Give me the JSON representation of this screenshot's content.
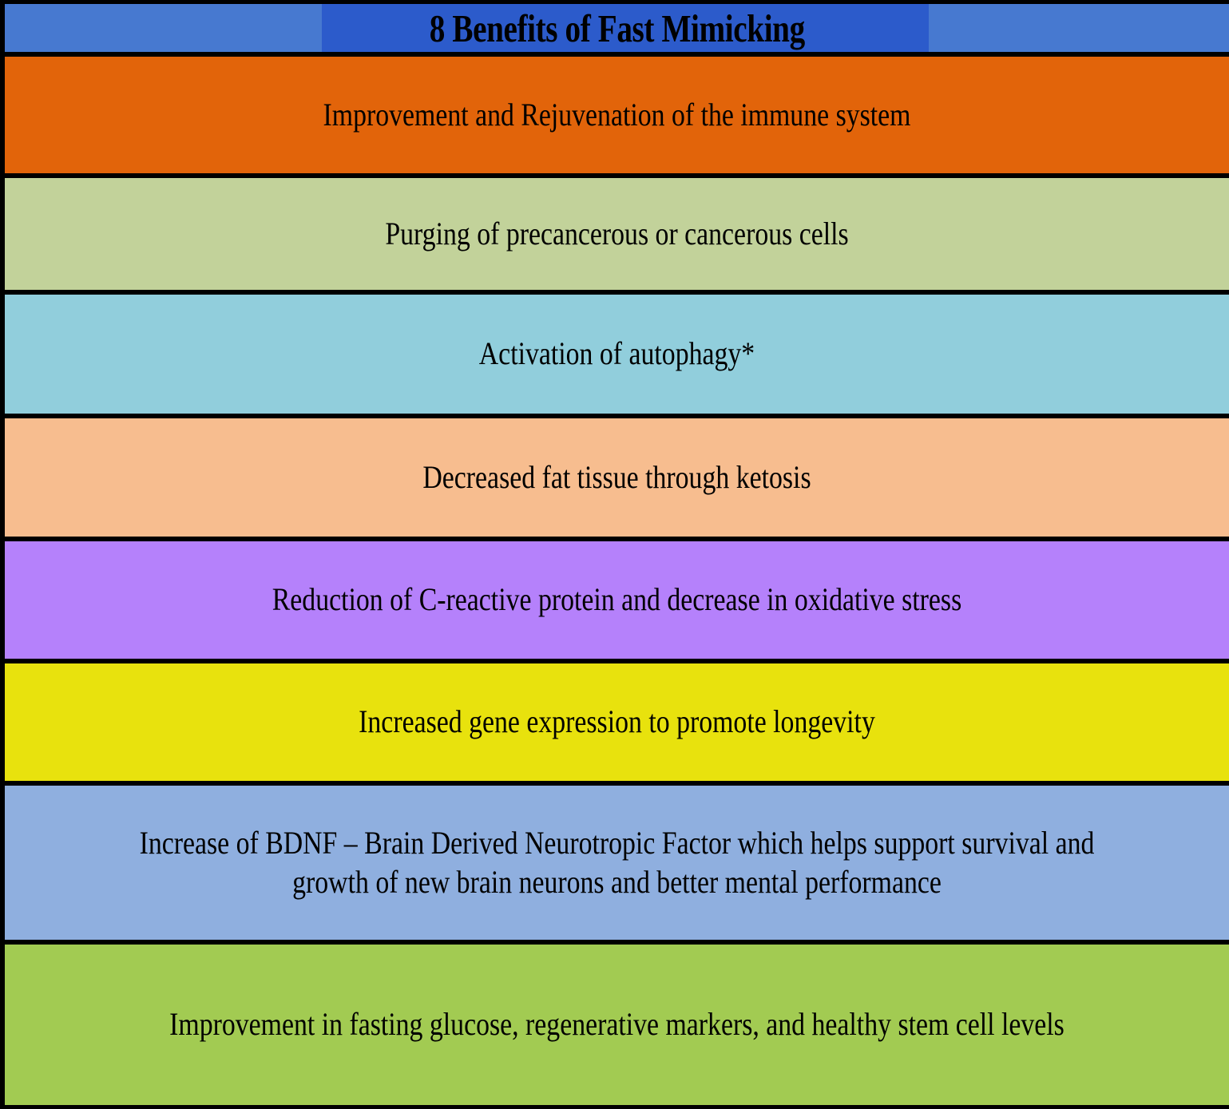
{
  "header": {
    "title": "8 Benefits of Fast Mimicking",
    "background_color": "#4779D0",
    "selection_highlight_color": "#2C5BCB",
    "text_color": "#000000"
  },
  "table": {
    "border_color": "#000000",
    "rows": [
      {
        "index": 1,
        "text": "Improvement and Rejuvenation of the immune system",
        "color": "#E2640A"
      },
      {
        "index": 2,
        "text": "Purging of precancerous or cancerous cells",
        "color": "#C2D29A"
      },
      {
        "index": 3,
        "text": "Activation of autophagy*",
        "color": "#91CEDC"
      },
      {
        "index": 4,
        "text": "Decreased fat tissue through ketosis",
        "color": "#F7BD8F"
      },
      {
        "index": 5,
        "text": "Reduction of C-reactive protein and decrease in oxidative stress",
        "color": "#B581FB"
      },
      {
        "index": 6,
        "text": "Increased gene expression to promote longevity",
        "color": "#E8E20D"
      },
      {
        "index": 7,
        "text": "Increase of BDNF – Brain Derived Neurotropic Factor which helps support survival and growth of new brain neurons and better mental performance",
        "color": "#8FAFDF"
      },
      {
        "index": 8,
        "text": "Improvement in fasting glucose, regenerative markers, and healthy stem cell levels",
        "color": "#A2CB52"
      }
    ]
  }
}
